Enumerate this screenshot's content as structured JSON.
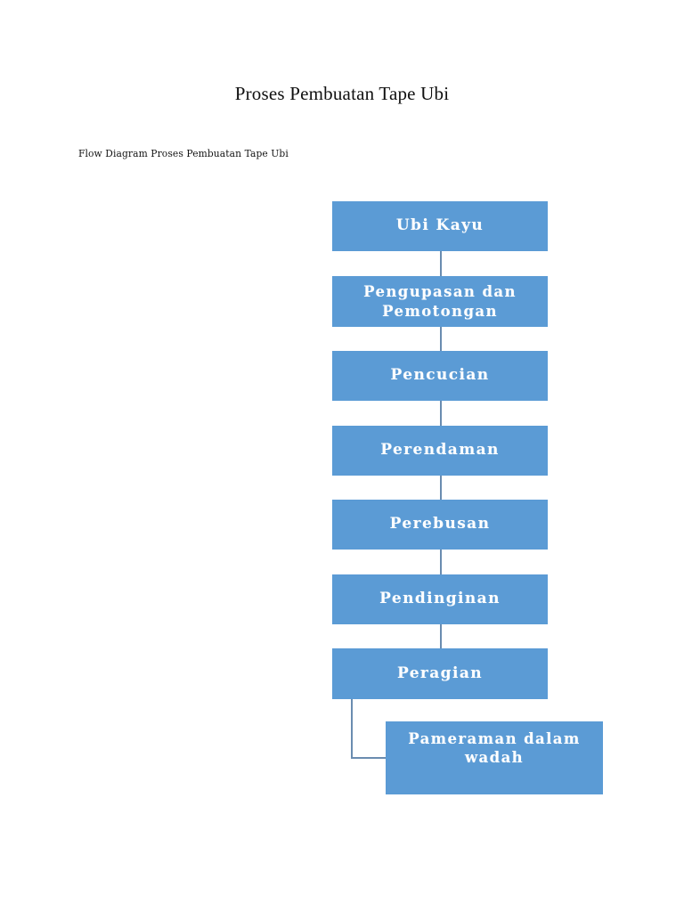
{
  "document": {
    "title": "Proses Pembuatan Tape Ubi",
    "subtitle": "Flow Diagram Proses Pembuatan Tape Ubi"
  },
  "theme": {
    "node_fill": "#5b9bd5",
    "node_text": "#ffffff",
    "connector": "#6a8cb0",
    "page_background": "#ffffff",
    "title_text": "#101010"
  },
  "chart_data": {
    "type": "diagram",
    "diagram_type": "flowchart",
    "orientation": "top-to-bottom",
    "title": "Flow Diagram Proses Pembuatan Tape Ubi",
    "nodes": [
      {
        "id": "n1",
        "label": "Ubi Kayu",
        "order": 1
      },
      {
        "id": "n2",
        "label": "Pengupasan dan\nPemotongan",
        "order": 2
      },
      {
        "id": "n3",
        "label": "Pencucian",
        "order": 3
      },
      {
        "id": "n4",
        "label": "Perendaman",
        "order": 4
      },
      {
        "id": "n5",
        "label": "Perebusan",
        "order": 5
      },
      {
        "id": "n6",
        "label": "Pendinginan",
        "order": 6
      },
      {
        "id": "n7",
        "label": "Peragian",
        "order": 7
      },
      {
        "id": "n8",
        "label": "Pameraman dalam\nwadah",
        "order": 8
      }
    ],
    "edges": [
      {
        "from": "n1",
        "to": "n2",
        "style": "straight"
      },
      {
        "from": "n2",
        "to": "n3",
        "style": "straight"
      },
      {
        "from": "n3",
        "to": "n4",
        "style": "straight"
      },
      {
        "from": "n4",
        "to": "n5",
        "style": "straight"
      },
      {
        "from": "n5",
        "to": "n6",
        "style": "straight"
      },
      {
        "from": "n6",
        "to": "n7",
        "style": "straight"
      },
      {
        "from": "n7",
        "to": "n8",
        "style": "elbow"
      }
    ]
  }
}
